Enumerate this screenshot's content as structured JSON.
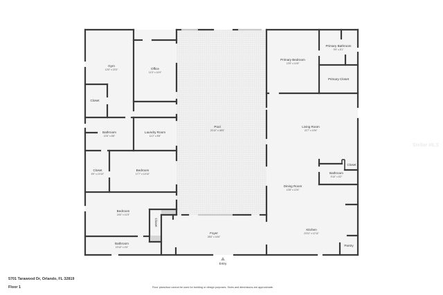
{
  "plan": {
    "address": "5701 Tarawood Dr, Orlando, FL 32819",
    "floor": "Floor 1",
    "disclaimer": "Floor plans/tour cannot be used for building or design purposes. Sizes and dimensions are approximate.",
    "watermark": "Stellar MLS",
    "entry_label": "Entry",
    "colors": {
      "wall": "#3a3a3a",
      "floor": "#f4f4f4",
      "pool": "#ededed",
      "background": "#ffffff"
    }
  },
  "rooms": [
    {
      "name": "Gym",
      "dim": "12'6\" x 23'3\""
    },
    {
      "name": "Office",
      "dim": "11'3\" x 14'9\""
    },
    {
      "name": "Closet",
      "dim": ""
    },
    {
      "name": "Bathroom",
      "dim": "12'6\" x 8'8\""
    },
    {
      "name": "Laundry Room",
      "dim": "11'2\" x 8'8\""
    },
    {
      "name": "Closet",
      "dim": "6'9\" x 10'10\""
    },
    {
      "name": "Bedroom",
      "dim": "17'7\" x 10'10\""
    },
    {
      "name": "Bedroom",
      "dim": "24'0\" x 11'5\""
    },
    {
      "name": "Closet",
      "dim": ""
    },
    {
      "name": "Bathroom",
      "dim": "19'10\" x 4'6\""
    },
    {
      "name": "Pool",
      "dim": "23'10\" x 48'5\""
    },
    {
      "name": "Foyer",
      "dim": "28'6\" x 16'6\""
    },
    {
      "name": "Primary Bedroom",
      "dim": "13'9\" x 14'8\""
    },
    {
      "name": "Primary Bathroom",
      "dim": "9'9\" x 8'1\""
    },
    {
      "name": "Primary Closet",
      "dim": ""
    },
    {
      "name": "Living Room",
      "dim": "22'7\" x 19'6\""
    },
    {
      "name": "Closet",
      "dim": ""
    },
    {
      "name": "Bathroom",
      "dim": "9'10\" x 5'2\""
    },
    {
      "name": "Dining Room",
      "dim": "13'8\" x 12'6\""
    },
    {
      "name": "Kitchen",
      "dim": "23'11\" x 12'11\""
    },
    {
      "name": "Pantry",
      "dim": ""
    }
  ]
}
